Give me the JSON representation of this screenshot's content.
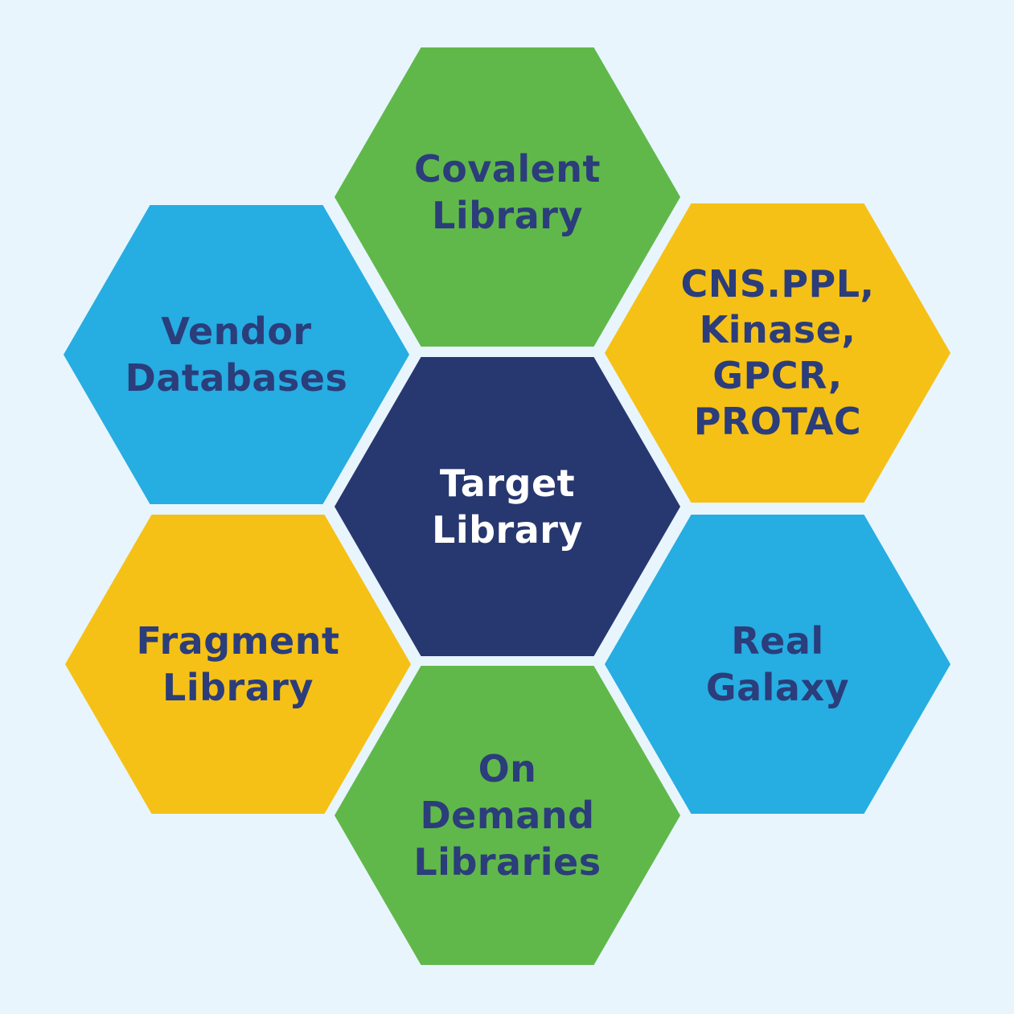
{
  "colors": {
    "background": "#e8f5fc",
    "navy": "#27376f",
    "green": "#60b84a",
    "yellow": "#f5c116",
    "blue": "#26ade2",
    "label_text": "#2b3d7a",
    "center_text": "#ffffff"
  },
  "hexagons": {
    "center": {
      "label": "Target\nLibrary",
      "color": "#27376f"
    },
    "covalent": {
      "label": "Covalent\nLibrary",
      "color": "#60b84a"
    },
    "vendor": {
      "label": "Vendor\nDatabases",
      "color": "#26ade2"
    },
    "cns": {
      "label": "CNS.PPL,\nKinase,\nGPCR,\nPROTAC",
      "color": "#f5c116"
    },
    "fragment": {
      "label": "Fragment\nLibrary",
      "color": "#f5c116"
    },
    "real": {
      "label": "Real\nGalaxy",
      "color": "#26ade2"
    },
    "ondemand": {
      "label": "On\nDemand\nLibraries",
      "color": "#60b84a"
    }
  }
}
